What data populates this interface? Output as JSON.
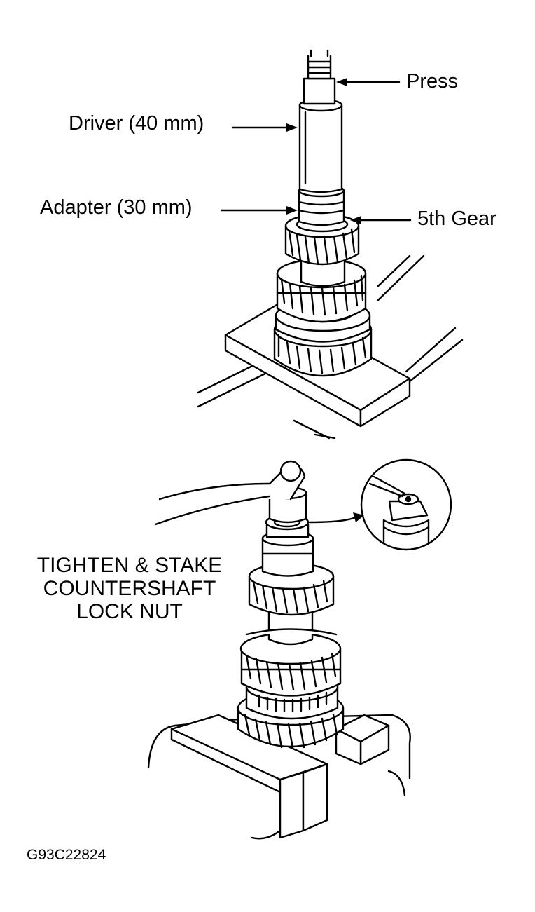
{
  "labels": {
    "press": "Press",
    "driver": "Driver (40 mm)",
    "adapter": "Adapter (30 mm)",
    "fifth_gear": "5th Gear",
    "tighten_line1": "TIGHTEN & STAKE",
    "tighten_line2": "COUNTERSHAFT",
    "tighten_line3": "LOCK NUT"
  },
  "figure_code": "G93C22824"
}
